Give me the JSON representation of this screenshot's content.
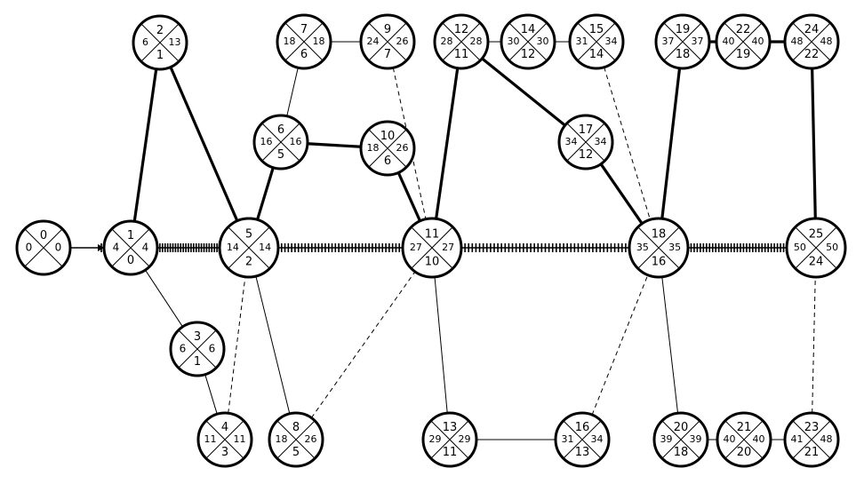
{
  "nodes": [
    {
      "id": "0",
      "top": "0",
      "left": "0",
      "right": "0",
      "bottom": ""
    },
    {
      "id": "1",
      "top": "1",
      "left": "4",
      "right": "4",
      "bottom": "0"
    },
    {
      "id": "2",
      "top": "2",
      "left": "6",
      "right": "13",
      "bottom": "1"
    },
    {
      "id": "3",
      "top": "3",
      "left": "6",
      "right": "6",
      "bottom": "1"
    },
    {
      "id": "4",
      "top": "4",
      "left": "11",
      "right": "11",
      "bottom": "3"
    },
    {
      "id": "5",
      "top": "5",
      "left": "14",
      "right": "14",
      "bottom": "2"
    },
    {
      "id": "6",
      "top": "6",
      "left": "16",
      "right": "16",
      "bottom": "5"
    },
    {
      "id": "7",
      "top": "7",
      "left": "18",
      "right": "18",
      "bottom": "6"
    },
    {
      "id": "8",
      "top": "8",
      "left": "18",
      "right": "26",
      "bottom": "5"
    },
    {
      "id": "9",
      "top": "9",
      "left": "24",
      "right": "26",
      "bottom": "7"
    },
    {
      "id": "10",
      "top": "10",
      "left": "18",
      "right": "26",
      "bottom": "6"
    },
    {
      "id": "11",
      "top": "11",
      "left": "27",
      "right": "27",
      "bottom": "10"
    },
    {
      "id": "12",
      "top": "12",
      "left": "28",
      "right": "28",
      "bottom": "11"
    },
    {
      "id": "13",
      "top": "13",
      "left": "29",
      "right": "29",
      "bottom": "11"
    },
    {
      "id": "14",
      "top": "14",
      "left": "30",
      "right": "30",
      "bottom": "12"
    },
    {
      "id": "15",
      "top": "15",
      "left": "31",
      "right": "34",
      "bottom": "14"
    },
    {
      "id": "16",
      "top": "16",
      "left": "31",
      "right": "34",
      "bottom": "13"
    },
    {
      "id": "17",
      "top": "17",
      "left": "34",
      "right": "34",
      "bottom": "12"
    },
    {
      "id": "18",
      "top": "18",
      "left": "35",
      "right": "35",
      "bottom": "16"
    },
    {
      "id": "19",
      "top": "19",
      "left": "37",
      "right": "37",
      "bottom": "18"
    },
    {
      "id": "20",
      "top": "20",
      "left": "39",
      "right": "39",
      "bottom": "18"
    },
    {
      "id": "21",
      "top": "21",
      "left": "40",
      "right": "40",
      "bottom": "20"
    },
    {
      "id": "22",
      "top": "22",
      "left": "40",
      "right": "40",
      "bottom": "19"
    },
    {
      "id": "23",
      "top": "23",
      "left": "41",
      "right": "48",
      "bottom": "21"
    },
    {
      "id": "24",
      "top": "24",
      "left": "48",
      "right": "48",
      "bottom": "22"
    },
    {
      "id": "25",
      "top": "25",
      "left": "50",
      "right": "50",
      "bottom": "24"
    }
  ],
  "edges": [
    {
      "from": "0",
      "to": "1",
      "style": "arrow"
    },
    {
      "from": "1",
      "to": "5",
      "style": "hatched"
    },
    {
      "from": "5",
      "to": "11",
      "style": "hatched"
    },
    {
      "from": "11",
      "to": "18",
      "style": "hatched"
    },
    {
      "from": "18",
      "to": "25",
      "style": "hatched"
    },
    {
      "from": "1",
      "to": "2",
      "style": "thick"
    },
    {
      "from": "2",
      "to": "5",
      "style": "thick"
    },
    {
      "from": "5",
      "to": "6",
      "style": "thick"
    },
    {
      "from": "6",
      "to": "10",
      "style": "thick"
    },
    {
      "from": "10",
      "to": "11",
      "style": "thick"
    },
    {
      "from": "11",
      "to": "12",
      "style": "thick"
    },
    {
      "from": "12",
      "to": "17",
      "style": "thick"
    },
    {
      "from": "17",
      "to": "18",
      "style": "thick"
    },
    {
      "from": "18",
      "to": "19",
      "style": "thick"
    },
    {
      "from": "19",
      "to": "22",
      "style": "thick"
    },
    {
      "from": "22",
      "to": "24",
      "style": "thick"
    },
    {
      "from": "24",
      "to": "25",
      "style": "thick"
    },
    {
      "from": "1",
      "to": "3",
      "style": "thin"
    },
    {
      "from": "3",
      "to": "4",
      "style": "thin"
    },
    {
      "from": "5",
      "to": "8",
      "style": "thin"
    },
    {
      "from": "6",
      "to": "7",
      "style": "thin"
    },
    {
      "from": "7",
      "to": "9",
      "style": "thin"
    },
    {
      "from": "12",
      "to": "14",
      "style": "thin"
    },
    {
      "from": "14",
      "to": "15",
      "style": "thin"
    },
    {
      "from": "11",
      "to": "13",
      "style": "thin"
    },
    {
      "from": "13",
      "to": "16",
      "style": "thin"
    },
    {
      "from": "18",
      "to": "20",
      "style": "thin"
    },
    {
      "from": "20",
      "to": "21",
      "style": "thin"
    },
    {
      "from": "21",
      "to": "23",
      "style": "thin"
    },
    {
      "from": "4",
      "to": "5",
      "style": "dashed"
    },
    {
      "from": "8",
      "to": "11",
      "style": "dashed"
    },
    {
      "from": "9",
      "to": "11",
      "style": "dashed"
    },
    {
      "from": "15",
      "to": "18",
      "style": "dashed"
    },
    {
      "from": "16",
      "to": "18",
      "style": "dashed"
    },
    {
      "from": "23",
      "to": "25",
      "style": "dashed"
    }
  ]
}
